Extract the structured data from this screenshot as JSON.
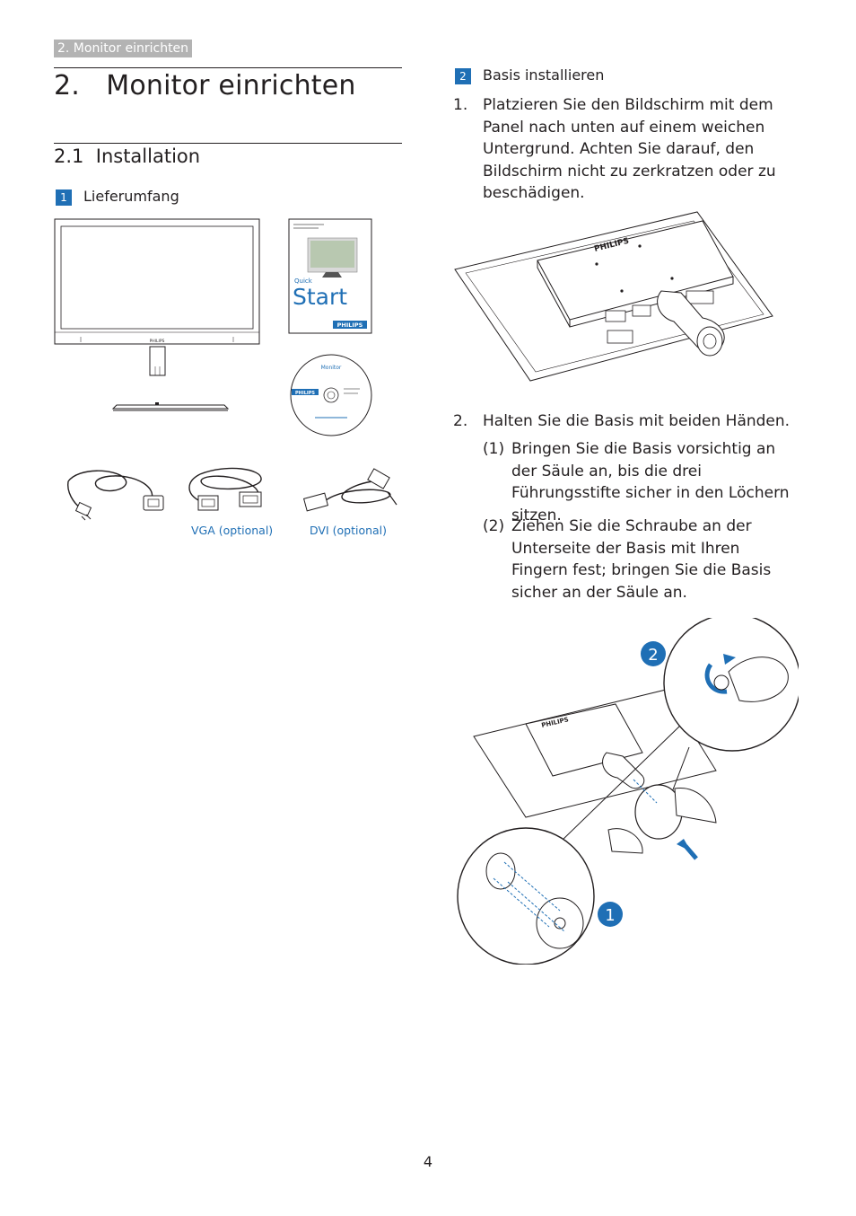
{
  "header": {
    "chip": "2. Monitor einrichten"
  },
  "chapter": {
    "title": "2.   Monitor einrichten"
  },
  "section": {
    "title": "2.1  Installation"
  },
  "package": {
    "badge": "1",
    "title": "Lieferumfang",
    "quick_small": "Quick",
    "quick_big": "Start",
    "brand": "PHILIPS",
    "cd_title": "Monitor",
    "vga_caption": "VGA (optional)",
    "dvi_caption": "DVI (optional)"
  },
  "install": {
    "badge": "2",
    "title": "Basis installieren",
    "steps": [
      {
        "num": "1.",
        "text": "Platzieren Sie den Bildschirm mit dem Panel nach unten auf einem weichen Untergrund. Achten Sie darauf, den Bildschirm nicht zu zerkratzen oder zu beschädigen."
      },
      {
        "num": "2.",
        "text": "Halten Sie die Basis mit beiden Händen."
      }
    ],
    "substeps": [
      {
        "num": "(1)",
        "text": "Bringen Sie die Basis vorsichtig an der Säule an, bis die drei Führungsstifte sicher in den Löchern sitzen."
      },
      {
        "num": "(2)",
        "text": "Ziehen Sie die Schraube an der Unterseite der Basis mit Ihren Fingern fest; bringen Sie die Basis sicher an der Säule an."
      }
    ],
    "callout_1": "1",
    "callout_2": "2",
    "brand": "PHILIPS"
  },
  "footer": {
    "page_number": "4"
  }
}
